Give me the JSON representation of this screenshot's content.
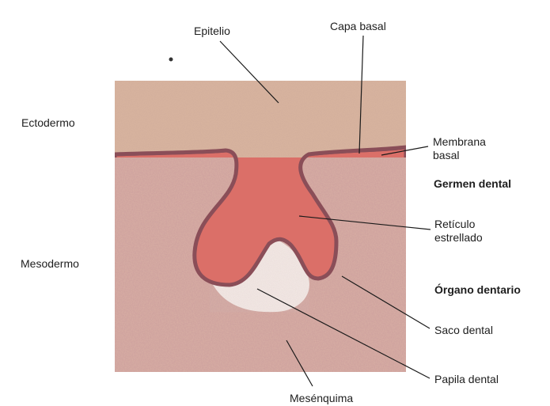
{
  "labels": {
    "epitelio": "Epitelio",
    "capa_basal": "Capa basal",
    "ectodermo": "Ectodermo",
    "membrana_basal_1": "Membrana",
    "membrana_basal_2": "basal",
    "germen_dental": "Germen dental",
    "reticulo_1": "Retículo",
    "reticulo_2": "estrellado",
    "mesodermo": "Mesodermo",
    "organo_dentario": "Órgano dentario",
    "saco_dental": "Saco dental",
    "papila_dental": "Papila dental",
    "mesenquima": "Mesénquima"
  },
  "colors": {
    "epithelium": "#d9b59f",
    "mesenchyme": "#d9b0a4",
    "enamel_organ": "#db6f68",
    "basal_layer": "#8a4e58",
    "papilla": "#f5ece8",
    "leader_lines": "#1a1a1a"
  }
}
